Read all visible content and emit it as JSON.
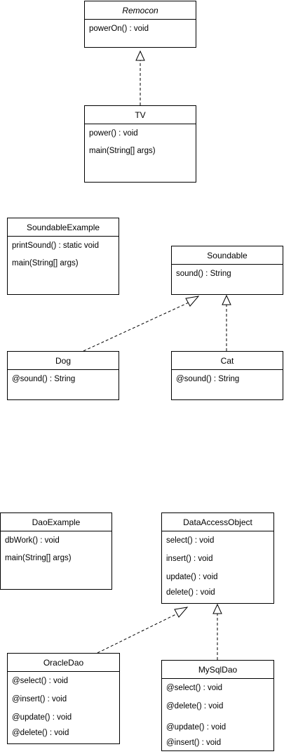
{
  "diagrams": {
    "remocon_tv": {
      "remocon": {
        "name": "Remocon",
        "operations": [
          "powerOn() : void"
        ]
      },
      "tv": {
        "name": "TV",
        "operations": [
          "power() : void",
          "main(String[] args)"
        ]
      }
    },
    "soundable": {
      "soundable_example": {
        "name": "SoundableExample",
        "operations": [
          "printSound() : static void",
          "main(String[] args)"
        ]
      },
      "soundable": {
        "name": "Soundable",
        "operations": [
          "sound() : String"
        ]
      },
      "dog": {
        "name": "Dog",
        "operations": [
          "@sound() : String"
        ]
      },
      "cat": {
        "name": "Cat",
        "operations": [
          "@sound() : String"
        ]
      }
    },
    "dao": {
      "dao_example": {
        "name": "DaoExample",
        "operations": [
          "dbWork() : void",
          "main(String[] args)"
        ]
      },
      "data_access_object": {
        "name": "DataAccessObject",
        "operations": [
          "select() : void",
          "insert() : void",
          "update() : void",
          "delete() : void"
        ]
      },
      "oracle_dao": {
        "name": "OracleDao",
        "operations": [
          "@select() : void",
          "@insert() : void",
          "@update() : void",
          "@delete() : void"
        ]
      },
      "mysql_dao": {
        "name": "MySqlDao",
        "operations": [
          "@select() : void",
          "@delete() : void",
          "@update() : void",
          "@insert() : void"
        ]
      }
    }
  },
  "relations": [
    {
      "type": "realization",
      "from": "TV",
      "to": "Remocon"
    },
    {
      "type": "realization",
      "from": "Dog",
      "to": "Soundable"
    },
    {
      "type": "realization",
      "from": "Cat",
      "to": "Soundable"
    },
    {
      "type": "realization",
      "from": "OracleDao",
      "to": "DataAccessObject"
    },
    {
      "type": "realization",
      "from": "MySqlDao",
      "to": "DataAccessObject"
    }
  ]
}
